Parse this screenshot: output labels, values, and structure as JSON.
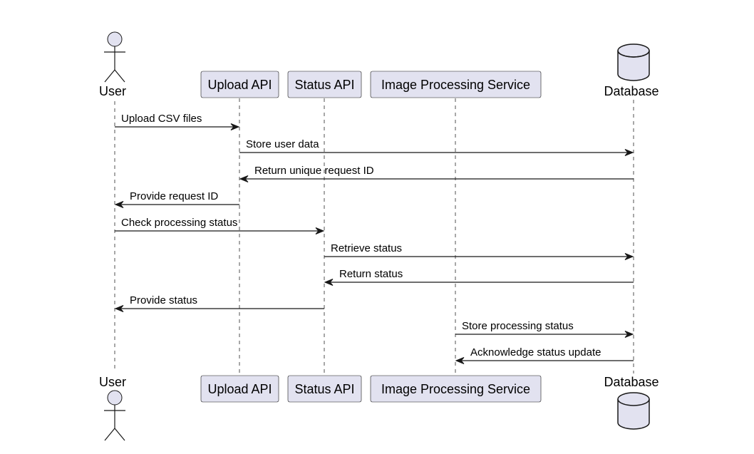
{
  "participants": [
    {
      "id": "user",
      "label": "User",
      "kind": "actor"
    },
    {
      "id": "upload",
      "label": "Upload API",
      "kind": "participant"
    },
    {
      "id": "status",
      "label": "Status API",
      "kind": "participant"
    },
    {
      "id": "image",
      "label": "Image Processing Service",
      "kind": "participant"
    },
    {
      "id": "db",
      "label": "Database",
      "kind": "database"
    }
  ],
  "messages": [
    {
      "from": "user",
      "to": "upload",
      "label": "Upload CSV files"
    },
    {
      "from": "upload",
      "to": "db",
      "label": "Store user data"
    },
    {
      "from": "db",
      "to": "upload",
      "label": "Return unique request ID"
    },
    {
      "from": "upload",
      "to": "user",
      "label": "Provide request ID"
    },
    {
      "from": "user",
      "to": "status",
      "label": "Check processing status"
    },
    {
      "from": "status",
      "to": "db",
      "label": "Retrieve status"
    },
    {
      "from": "db",
      "to": "status",
      "label": "Return status"
    },
    {
      "from": "status",
      "to": "user",
      "label": "Provide status"
    },
    {
      "from": "image",
      "to": "db",
      "label": "Store processing status"
    },
    {
      "from": "db",
      "to": "image",
      "label": "Acknowledge status update"
    }
  ],
  "colors": {
    "box_fill": "#e2e2f0",
    "line": "#181818"
  }
}
